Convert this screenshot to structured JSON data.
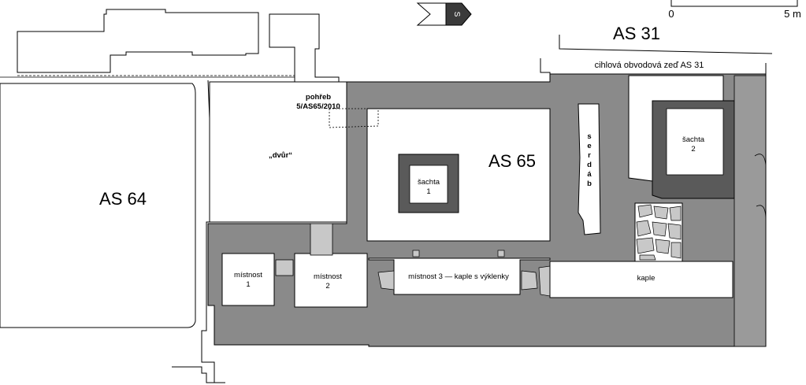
{
  "labels": {
    "as64": "AS 64",
    "as65": "AS 65",
    "as31": "AS 31",
    "wall_as31": "cihlová obvodová zeď AS 31",
    "burial_line1": "pohřeb",
    "burial_line2": "5/AS65/2010",
    "courtyard": "„dvůr“",
    "shaft1_line1": "šachta",
    "shaft1_line2": "1",
    "shaft2_line1": "šachta",
    "shaft2_line2": "2",
    "serdab_letters": [
      "s",
      "e",
      "r",
      "d",
      "á",
      "b"
    ],
    "room1_line1": "místnost",
    "room1_line2": "1",
    "room2_line1": "místnost",
    "room2_line2": "2",
    "room3": "místnost 3 — kaple s výklenky",
    "chapel": "kaple"
  },
  "scale_bar": {
    "start_label": "0",
    "end_label": "5 m"
  },
  "north_arrow": {
    "label": "S"
  },
  "colors": {
    "wall_dark": "#8a8a8a",
    "wall_mid": "#a8a8a8",
    "shaft_fill": "#5a5a5a",
    "stone_light": "#c8c8c8",
    "outline": "#000000"
  }
}
